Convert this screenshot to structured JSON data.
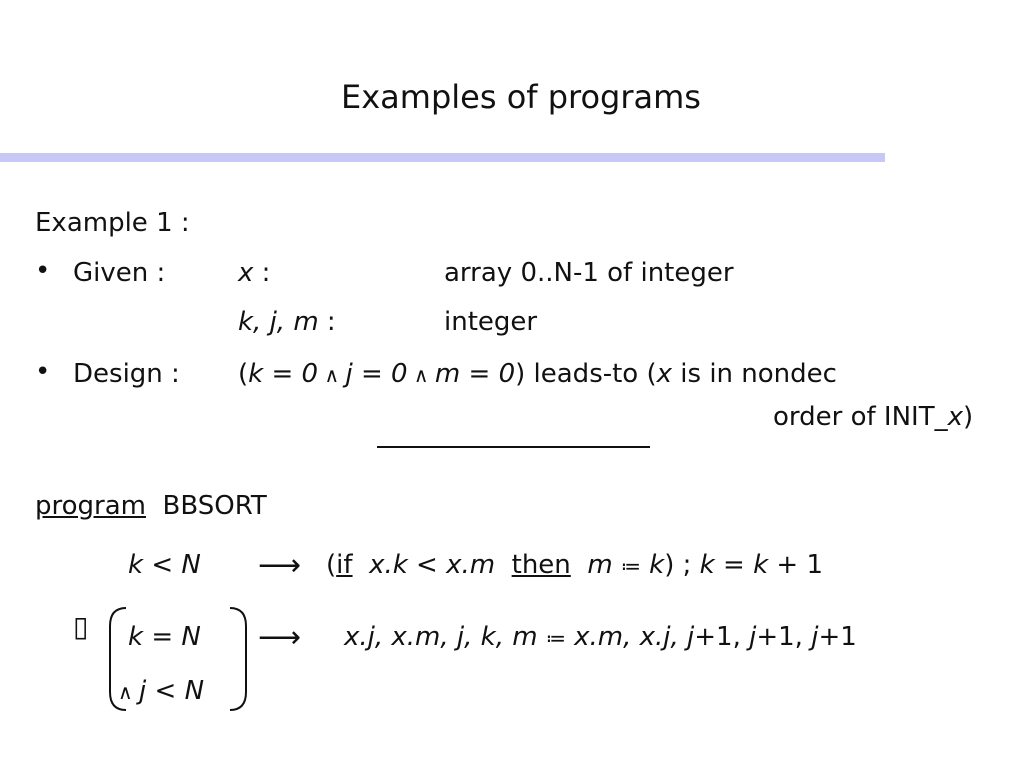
{
  "slide": {
    "title": "Examples of programs"
  },
  "example_heading": "Example 1 :",
  "given": {
    "label": "Given :",
    "row1": {
      "var": "x",
      "colon": " :",
      "type": "array  0..N-1 of integer"
    },
    "row2": {
      "var": "k, j, m",
      "colon": " :",
      "type": "integer"
    }
  },
  "design": {
    "label": "Design :",
    "open": "(",
    "k": "k",
    "eq0a": " = ",
    "zero_a": "0",
    "and1": " ∧ ",
    "j": "j",
    "eq0b": " = ",
    "zero_b": "0",
    "and2": " ∧ ",
    "m": "m",
    "eq0c": " = ",
    "zero_c": "0",
    "close_leads": ") leads-to (",
    "x": "x",
    "tail": " is in nondec",
    "line2_prefix": "order of INIT_",
    "line2_var": "x",
    "line2_suffix": ")"
  },
  "program": {
    "keyword": "program",
    "name": "BBSORT"
  },
  "stmt1": {
    "guard_k": "k",
    "guard_op": " < ",
    "guard_N": "N",
    "arrow": "⟶",
    "open": " (",
    "if_kw": "if",
    "cond": "x.k < x.m",
    "then_kw": "then",
    "assign_m": "m",
    "assign_op": "≔",
    "assign_k": "k",
    "rest_open": ") ; ",
    "rest_k1": "k",
    "rest_eq": " = ",
    "rest_k2": "k",
    "rest_plus": " + 1"
  },
  "stmt2": {
    "choice": "▯",
    "guard_line1_k": "k",
    "guard_line1_rest": " = ",
    "guard_line1_N": "N",
    "guard_line2_and": "∧ ",
    "guard_line2_j": "j",
    "guard_line2_op": " < ",
    "guard_line2_N": "N",
    "arrow": "⟶",
    "lhs": "x.j, x.m, j, k, m",
    "assign_op": "≔",
    "rhs_a": "x.m, x.j, ",
    "j1": "j",
    "p1": "+1, ",
    "j2": "j",
    "p2": "+1, ",
    "j3": "j",
    "p3": "+1"
  }
}
